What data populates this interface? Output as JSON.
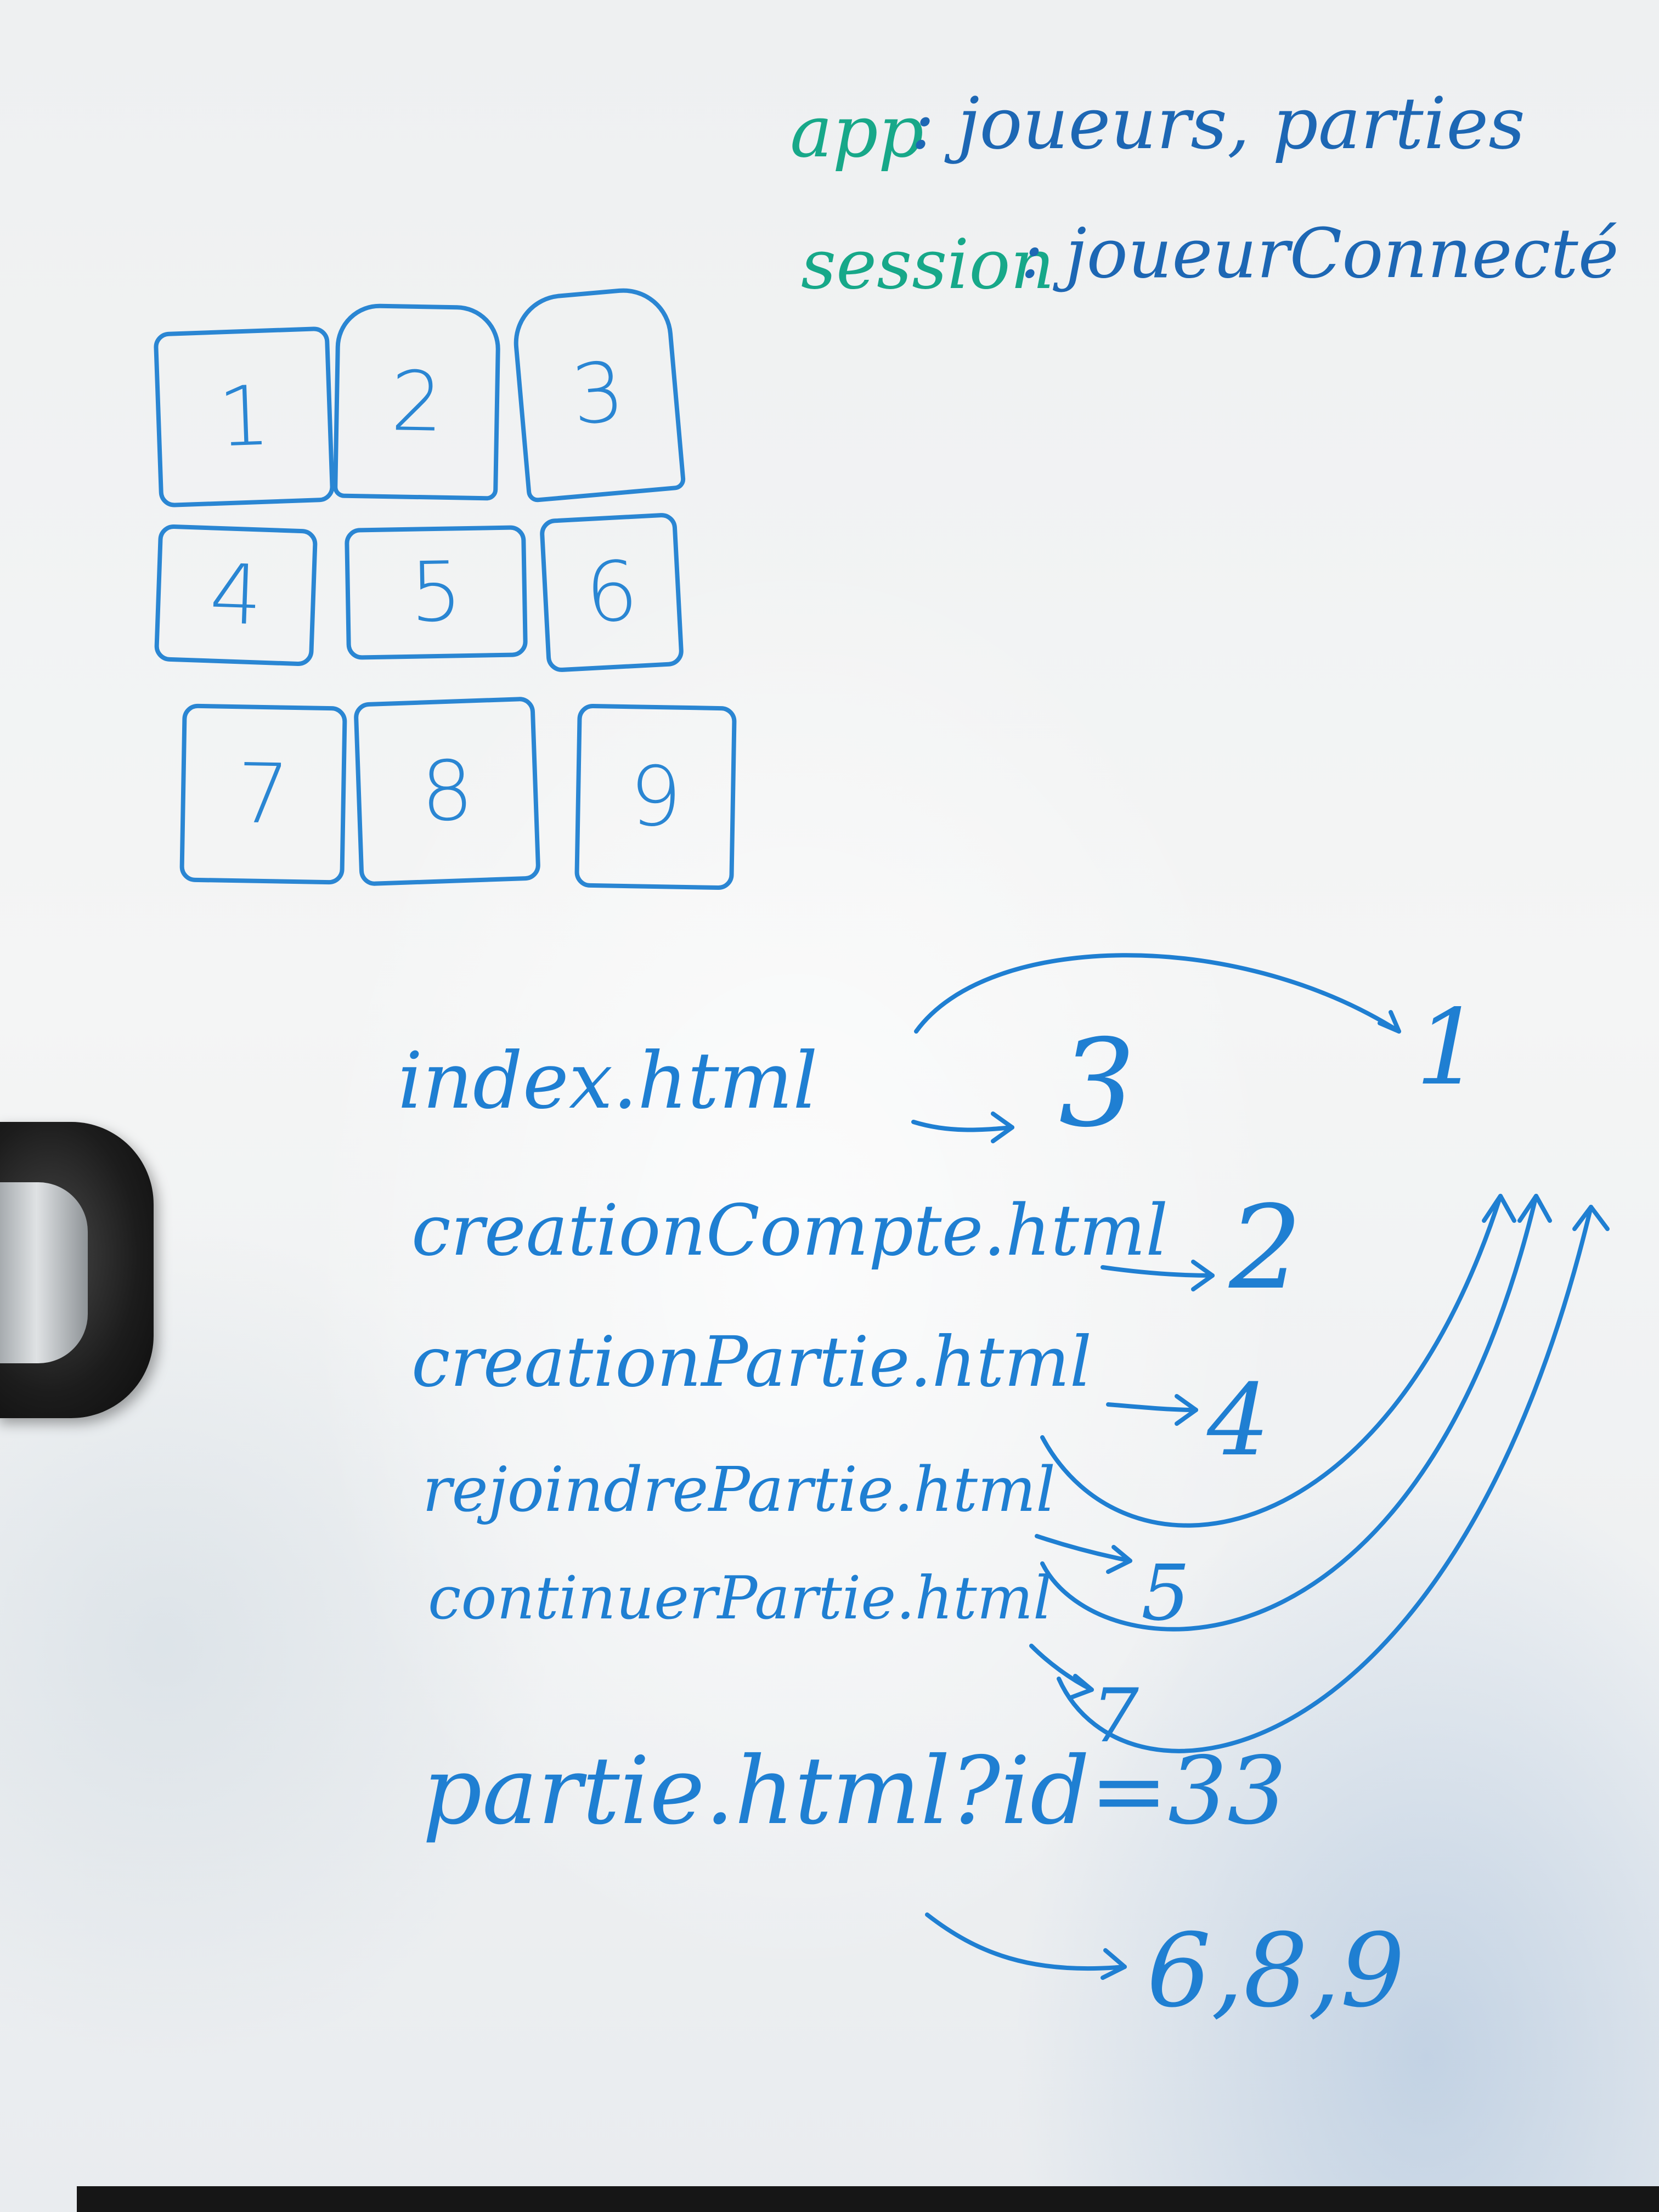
{
  "header_notes": {
    "app_label": "app",
    "app_value": ": joueurs, parties",
    "session_label": "session",
    "session_value": ": joueurConnecté"
  },
  "tiles": [
    "1",
    "2",
    "3",
    "4",
    "5",
    "6",
    "7",
    "8",
    "9"
  ],
  "routes": [
    {
      "page": "index.html",
      "target": "3"
    },
    {
      "page": "creationCompte.html",
      "target": "2"
    },
    {
      "page": "creationPartie.html",
      "target": "4"
    },
    {
      "page": "rejoindrePartie.html",
      "target": "5"
    },
    {
      "page": "continuerPartie.html",
      "target": "7"
    }
  ],
  "return_target": "1",
  "game_route": {
    "page": "partie.html?id=33",
    "target": "6,8,9"
  },
  "colors": {
    "marker_blue": "#1f7fd2",
    "marker_green": "#17a889",
    "board_white": "#f3f4f4"
  },
  "icons": {
    "magnet": "whiteboard-magnet-icon"
  }
}
